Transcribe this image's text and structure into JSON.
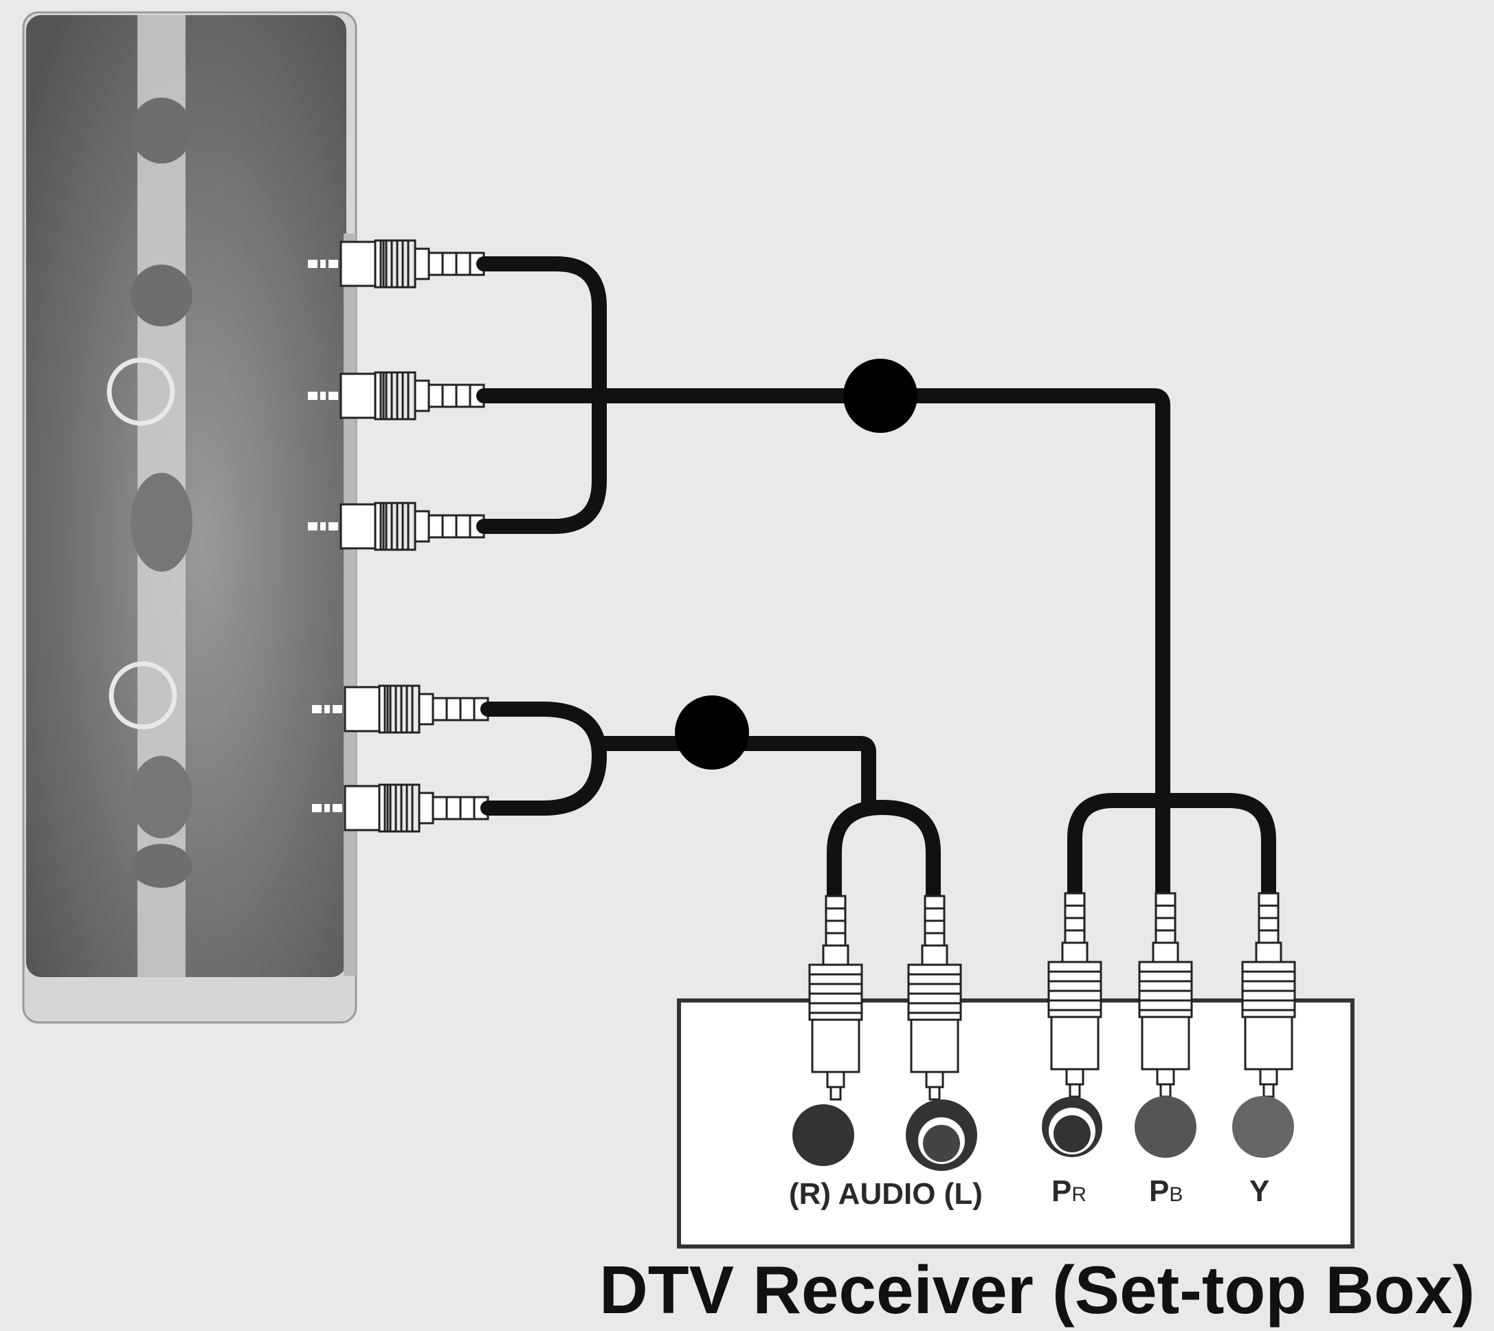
{
  "receiver": {
    "title": "DTV Receiver (Set-top Box)",
    "ports": {
      "audio": "(R) AUDIO (L)",
      "pr_main": "P",
      "pr_sub": "R",
      "pb_main": "P",
      "pb_sub": "B",
      "y": "Y"
    }
  },
  "colors": {
    "background": "#e9e9e9",
    "tv_panel": "#6b6b6b",
    "cable": "#111111",
    "receiver_box": "#ffffff"
  }
}
